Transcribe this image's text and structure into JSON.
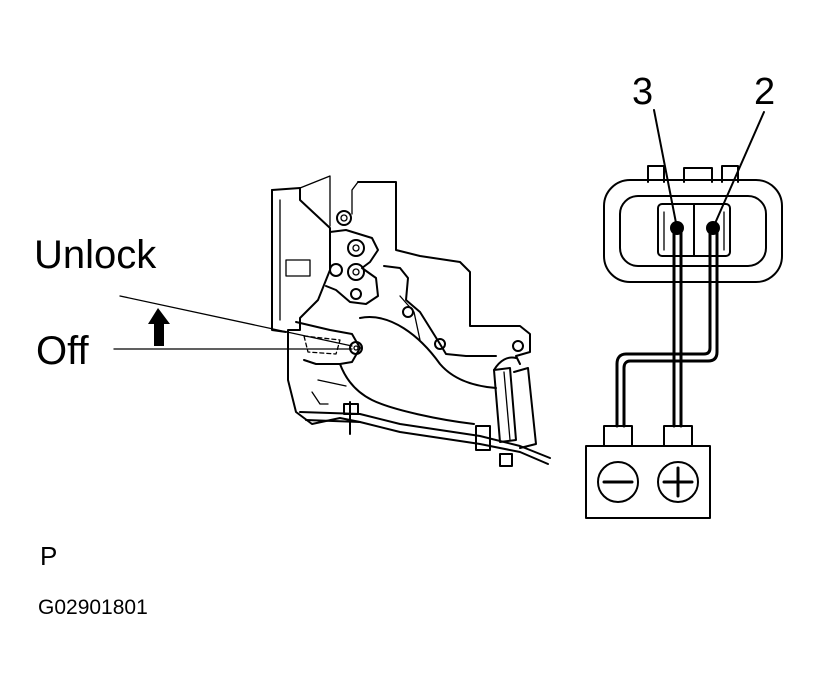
{
  "labels": {
    "unlock": "Unlock",
    "off": "Off",
    "pin_3": "3",
    "pin_2": "2",
    "view_letter": "P",
    "figure_code": "G02901801"
  },
  "battery": {
    "negative_symbol": "minus",
    "positive_symbol": "plus"
  },
  "colors": {
    "line": "#000000",
    "background": "#ffffff"
  }
}
